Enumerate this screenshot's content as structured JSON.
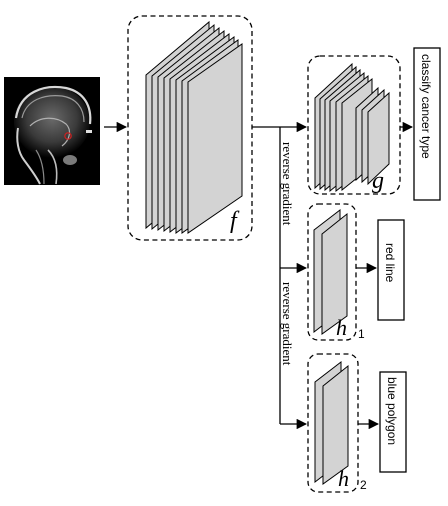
{
  "modules": {
    "f": {
      "label": "f"
    },
    "g": {
      "label": "g"
    },
    "h1": {
      "label": "h",
      "subscript": "1"
    },
    "h2": {
      "label": "h",
      "subscript": "2"
    }
  },
  "edges": {
    "reverse_gradient_1": "reverse gradient",
    "reverse_gradient_2": "reverse gradient"
  },
  "outputs": {
    "classify": "classify cancer type",
    "red_line": "red line",
    "blue_polygon": "blue polygon"
  },
  "colors": {
    "layer_fill": "#d3d3d3",
    "stroke": "#000000",
    "mri_marker": "#d02020"
  }
}
